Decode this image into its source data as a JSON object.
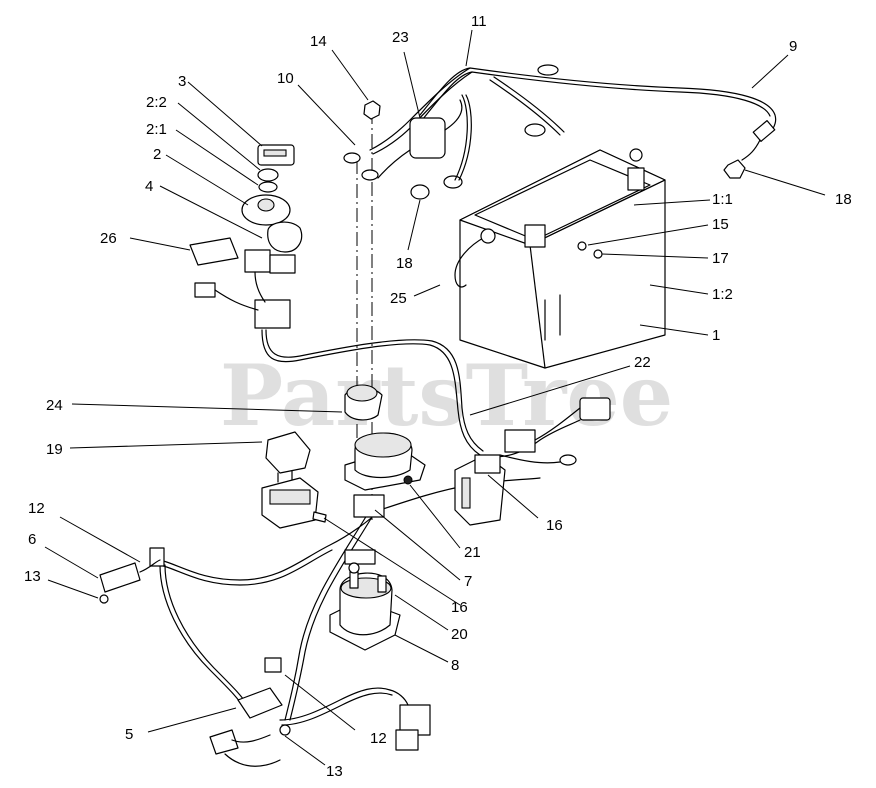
{
  "watermark": "PartsTree",
  "callouts": {
    "c1": "1",
    "c1_1": "1:1",
    "c1_2": "1:2",
    "c2": "2",
    "c2_1": "2:1",
    "c2_2": "2:2",
    "c3": "3",
    "c4": "4",
    "c5": "5",
    "c6": "6",
    "c7": "7",
    "c8": "8",
    "c9": "9",
    "c10": "10",
    "c11": "11",
    "c12a": "12",
    "c12b": "12",
    "c13a": "13",
    "c13b": "13",
    "c14": "14",
    "c15": "15",
    "c16a": "16",
    "c16b": "16",
    "c17": "17",
    "c18a": "18",
    "c18b": "18",
    "c19": "19",
    "c20": "20",
    "c21": "21",
    "c22": "22",
    "c23": "23",
    "c24": "24",
    "c25": "25",
    "c26": "26"
  }
}
